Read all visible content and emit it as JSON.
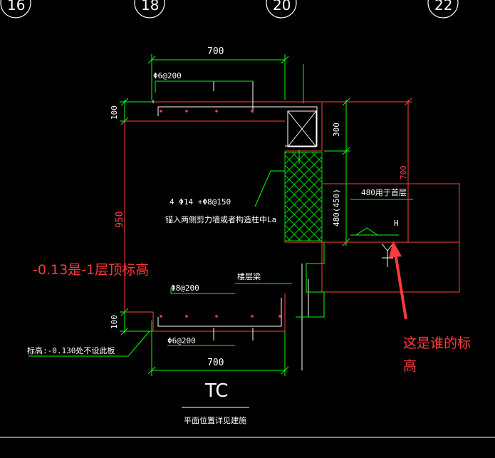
{
  "axes": [
    "16",
    "18",
    "20",
    "22"
  ],
  "dims": {
    "top_width": "700",
    "bottom_width": "700",
    "slab_top": "100",
    "slab_bottom": "100",
    "height": "950",
    "beam_top": "300",
    "beam_height": "480(450)",
    "right_height": "700"
  },
  "labels": {
    "rebar_top": "Φ6@200",
    "rebar_main": "4 Φ14 +Φ8@150",
    "rebar_anchor": "锚入两侧剪力墙或者构造柱中La",
    "rebar_mid": "Φ8@200",
    "rebar_bottom": "Φ6@200",
    "floor_beam": "楼层梁",
    "note_480": "480用于首层",
    "level_h": "H",
    "elevation": "标高:-0.130处不设此板",
    "section_name": "TC",
    "plan_note": "平面位置详见建施"
  },
  "annotations": {
    "left_note": "-0.13是-1层顶标高",
    "right_note_line1": "这是谁的标",
    "right_note_line2": "高"
  }
}
